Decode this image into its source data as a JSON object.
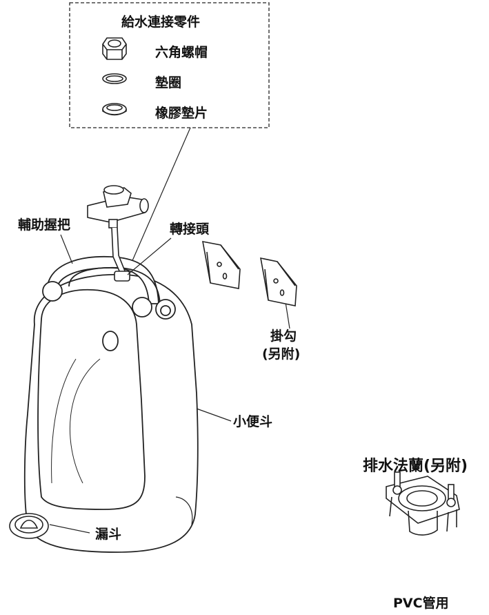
{
  "parts_box": {
    "title": "給水連接零件",
    "items": [
      {
        "icon": "hex-nut-icon",
        "label": "六角螺帽"
      },
      {
        "icon": "washer-icon",
        "label": "墊圈"
      },
      {
        "icon": "rubber-gasket-icon",
        "label": "橡膠墊片"
      }
    ]
  },
  "labels": {
    "grab_bar": "輔助握把",
    "adapter": "轉接頭",
    "hook_line1": "掛勾",
    "hook_line2": "(另附)",
    "urinal": "小便斗",
    "strainer": "漏斗",
    "drain_flange": "排水法蘭(另附)",
    "pvc": "PVC管用"
  }
}
